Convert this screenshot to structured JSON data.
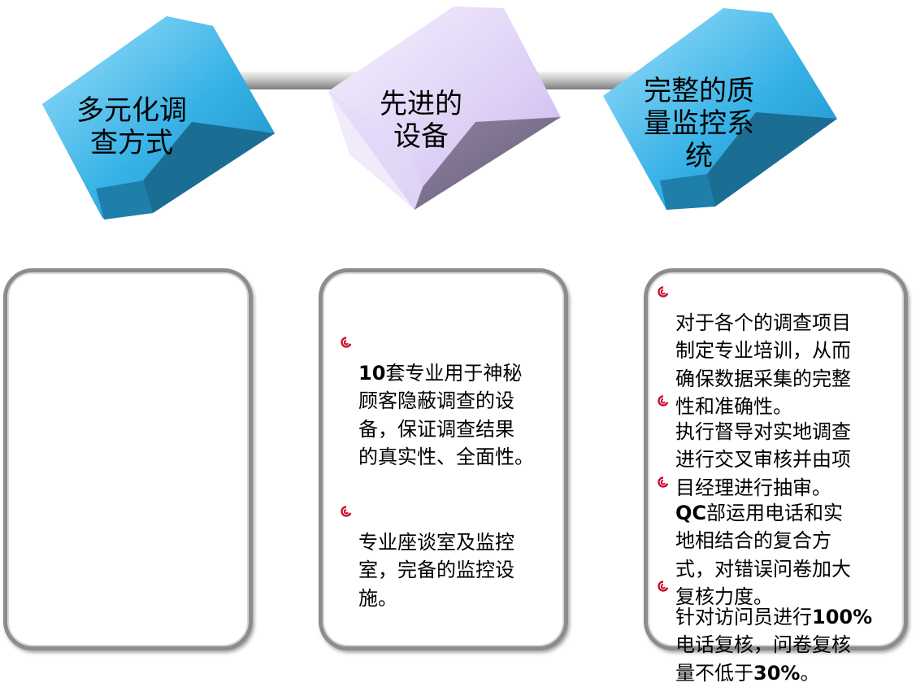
{
  "cubes": [
    {
      "label": "多元化调\n查方式",
      "color": "blue"
    },
    {
      "label": "先进的\n设备",
      "color": "lavender"
    },
    {
      "label": "完整的质\n量监控系\n统",
      "color": "blue"
    }
  ],
  "panels": [
    {
      "items": []
    },
    {
      "items": [
        {
          "lead": "10",
          "text": "套专业用于神秘\n顾客隐蔽调查的设\n备，保证调查结果\n的真实性、全面性。"
        },
        {
          "lead": "",
          "text": "专业座谈室及监控\n室，完备的监控设\n施。"
        }
      ]
    },
    {
      "items": [
        {
          "lead": "",
          "text": "对于各个的调查项目\n制定专业培训，从而\n确保数据采集的完整\n性和准确性。"
        },
        {
          "lead": "",
          "text": "执行督导对实地调查\n进行交叉审核并由项\n目经理进行抽审。"
        },
        {
          "lead": "QC",
          "text": "部运用电话和实\n地相结合的复合方\n式，对错误问卷加大\n复核力度。"
        },
        {
          "lead": "",
          "text": "针对访问员进行",
          "tail": "100%",
          "text2": "\n电话复核，问卷复核\n量不低于",
          "tail2": "30%",
          "text3": "。"
        }
      ]
    }
  ],
  "colors": {
    "bullet": "#c8102e",
    "cube_blue_top": "#7fd3f7",
    "cube_blue_front": "#29a8e0",
    "cube_blue_side": "#1a6f96",
    "cube_lavender_top": "#ece2fb",
    "cube_lavender_front": "#d6c6f3",
    "cube_lavender_side": "#7a6e8e",
    "connector": "#c9c9c9"
  }
}
